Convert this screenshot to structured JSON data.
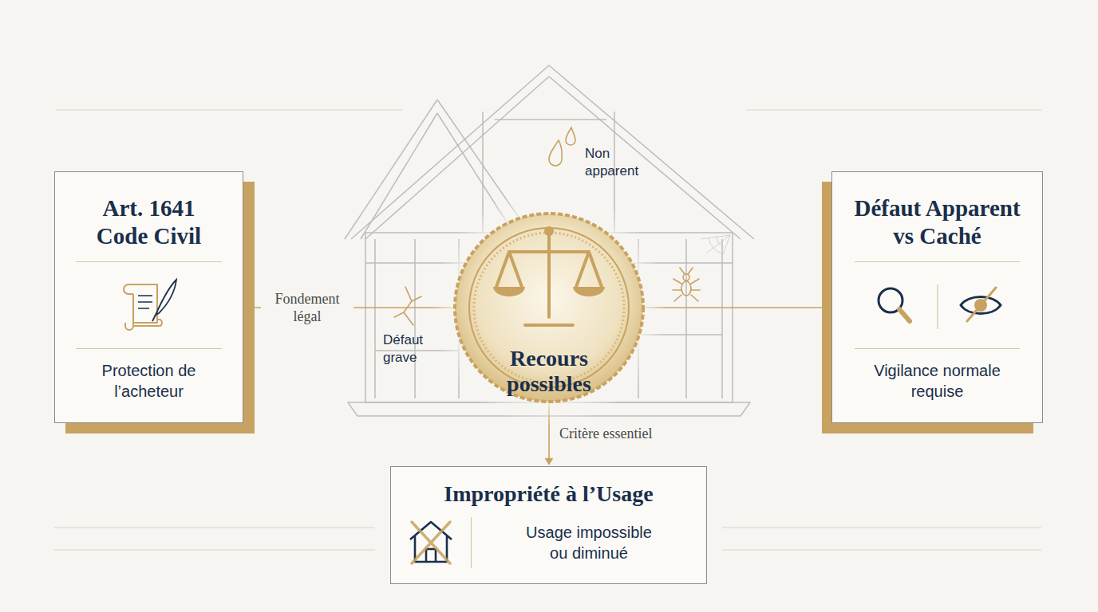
{
  "diagram": {
    "nodes": [
      {
        "text": [
          "Art. 1641 Code Civil",
          "Protection de l’acheteur"
        ]
      },
      {
        "text": [
          "Recours possibles"
        ]
      },
      {
        "text": [
          "Défaut Apparent vs Caché",
          "Vigilance normale requise"
        ]
      },
      {
        "text": [
          "Impropriété à l’Usage",
          "Usage impossible ou diminué"
        ]
      }
    ],
    "edges": [
      {
        "from": 1,
        "to": 0,
        "label": "Fondement légal",
        "arrow": "to"
      },
      {
        "from": 1,
        "to": 2,
        "arrow": "to"
      },
      {
        "from": 1,
        "to": 3,
        "label": "Critère essentiel",
        "arrow": "to"
      }
    ],
    "labels": [
      "Non apparent",
      "Défaut grave"
    ]
  }
}
